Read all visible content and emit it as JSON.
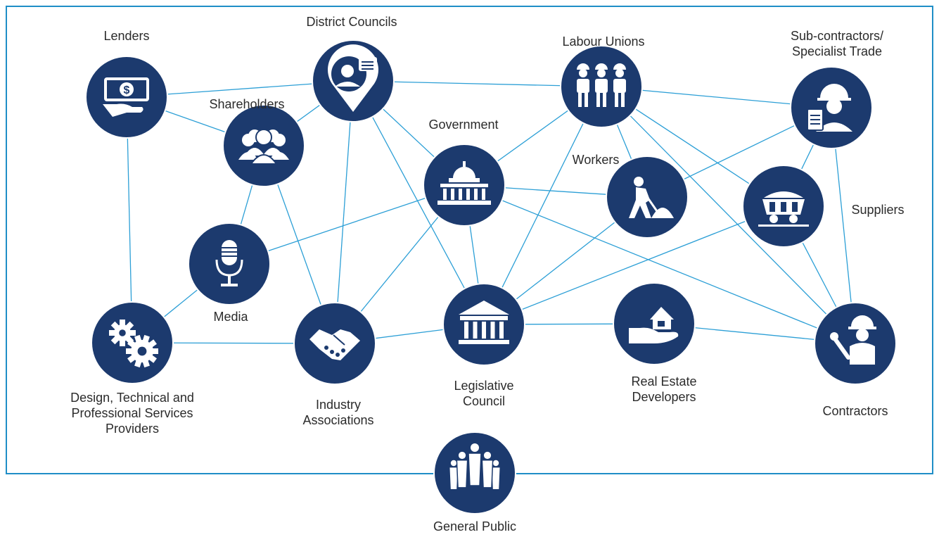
{
  "colors": {
    "frame": "#1f8ec7",
    "node": "#1c3a6e",
    "edge": "#2c9fd6",
    "icon": "#ffffff",
    "text": "#2b2b2b"
  },
  "nodes": [
    {
      "id": "lenders",
      "label": "Lenders",
      "icon": "money-hand-icon"
    },
    {
      "id": "district",
      "label": "District Councils",
      "icon": "person-chat-pin-icon"
    },
    {
      "id": "shareholders",
      "label": "Shareholders",
      "icon": "group-people-icon"
    },
    {
      "id": "government",
      "label": "Government",
      "icon": "capitol-building-icon"
    },
    {
      "id": "unions",
      "label": "Labour Unions",
      "icon": "workers-group-icon"
    },
    {
      "id": "subcon",
      "label": "Sub-contractors/\nSpecialist Trade",
      "icon": "engineer-clipboard-icon"
    },
    {
      "id": "workers",
      "label": "Workers",
      "icon": "worker-shovel-icon"
    },
    {
      "id": "suppliers",
      "label": "Suppliers",
      "icon": "mine-cart-icon"
    },
    {
      "id": "media",
      "label": "Media",
      "icon": "microphone-icon"
    },
    {
      "id": "design",
      "label": "Design, Technical and\nProfessional Services\nProviders",
      "icon": "gears-icon"
    },
    {
      "id": "industry",
      "label": "Industry\nAssociations",
      "icon": "handshake-icon"
    },
    {
      "id": "legco",
      "label": "Legislative\nCouncil",
      "icon": "courthouse-icon"
    },
    {
      "id": "realestate",
      "label": "Real Estate\nDevelopers",
      "icon": "house-hand-icon"
    },
    {
      "id": "contractors",
      "label": "Contractors",
      "icon": "contractor-wrench-icon"
    },
    {
      "id": "public",
      "label": "General Public",
      "icon": "crowd-icon"
    }
  ],
  "edges": [
    [
      "lenders",
      "district"
    ],
    [
      "lenders",
      "shareholders"
    ],
    [
      "lenders",
      "design"
    ],
    [
      "district",
      "shareholders"
    ],
    [
      "district",
      "unions"
    ],
    [
      "district",
      "industry"
    ],
    [
      "district",
      "government"
    ],
    [
      "district",
      "legco"
    ],
    [
      "shareholders",
      "media"
    ],
    [
      "shareholders",
      "industry"
    ],
    [
      "government",
      "media"
    ],
    [
      "government",
      "industry"
    ],
    [
      "government",
      "legco"
    ],
    [
      "government",
      "workers"
    ],
    [
      "government",
      "contractors"
    ],
    [
      "government",
      "unions"
    ],
    [
      "unions",
      "legco"
    ],
    [
      "unions",
      "workers"
    ],
    [
      "unions",
      "subcon"
    ],
    [
      "unions",
      "suppliers"
    ],
    [
      "unions",
      "contractors"
    ],
    [
      "subcon",
      "workers"
    ],
    [
      "subcon",
      "suppliers"
    ],
    [
      "subcon",
      "contractors"
    ],
    [
      "workers",
      "legco"
    ],
    [
      "suppliers",
      "legco"
    ],
    [
      "suppliers",
      "contractors"
    ],
    [
      "media",
      "design"
    ],
    [
      "design",
      "industry"
    ],
    [
      "industry",
      "legco"
    ],
    [
      "legco",
      "realestate"
    ],
    [
      "realestate",
      "contractors"
    ]
  ]
}
